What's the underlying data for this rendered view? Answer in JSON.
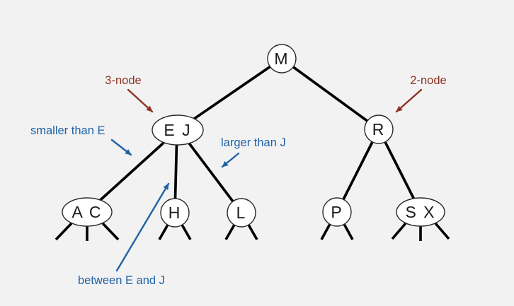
{
  "figure_kind": "2-3 search tree diagram",
  "colors": {
    "background": "#f2f2f2",
    "node_fill": "#ffffff",
    "node_stroke": "#2b2b2b",
    "edge": "#000000",
    "node_label": "#1a1a1a",
    "annotation_red": "#8e3222",
    "annotation_blue": "#1f63a5"
  },
  "tree": {
    "nodes": [
      {
        "id": "M",
        "label": "M"
      },
      {
        "id": "EJ",
        "label": "E J"
      },
      {
        "id": "R",
        "label": "R"
      },
      {
        "id": "AC",
        "label": "A C"
      },
      {
        "id": "H",
        "label": "H"
      },
      {
        "id": "L",
        "label": "L"
      },
      {
        "id": "P",
        "label": "P"
      },
      {
        "id": "SX",
        "label": "S X"
      }
    ]
  },
  "annotations": {
    "three_node_label": "3-node",
    "two_node_label": "2-node",
    "smaller_label": "smaller than E",
    "larger_label": "larger than J",
    "between_label": "between E and J"
  }
}
